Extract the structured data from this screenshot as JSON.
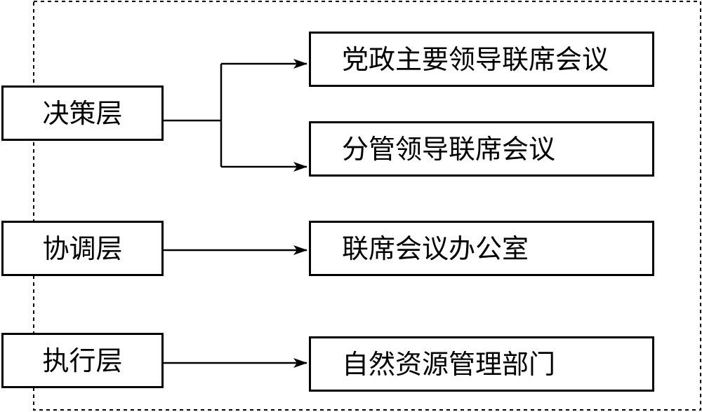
{
  "layers": {
    "decision": "决策层",
    "coordination": "协调层",
    "execution": "执行层"
  },
  "bodies": {
    "party_gov_joint_meeting": "党政主要领导联席会议",
    "deputy_joint_meeting": "分管领导联席会议",
    "joint_meeting_office": "联席会议办公室",
    "natural_resources_dept": "自然资源管理部门"
  }
}
